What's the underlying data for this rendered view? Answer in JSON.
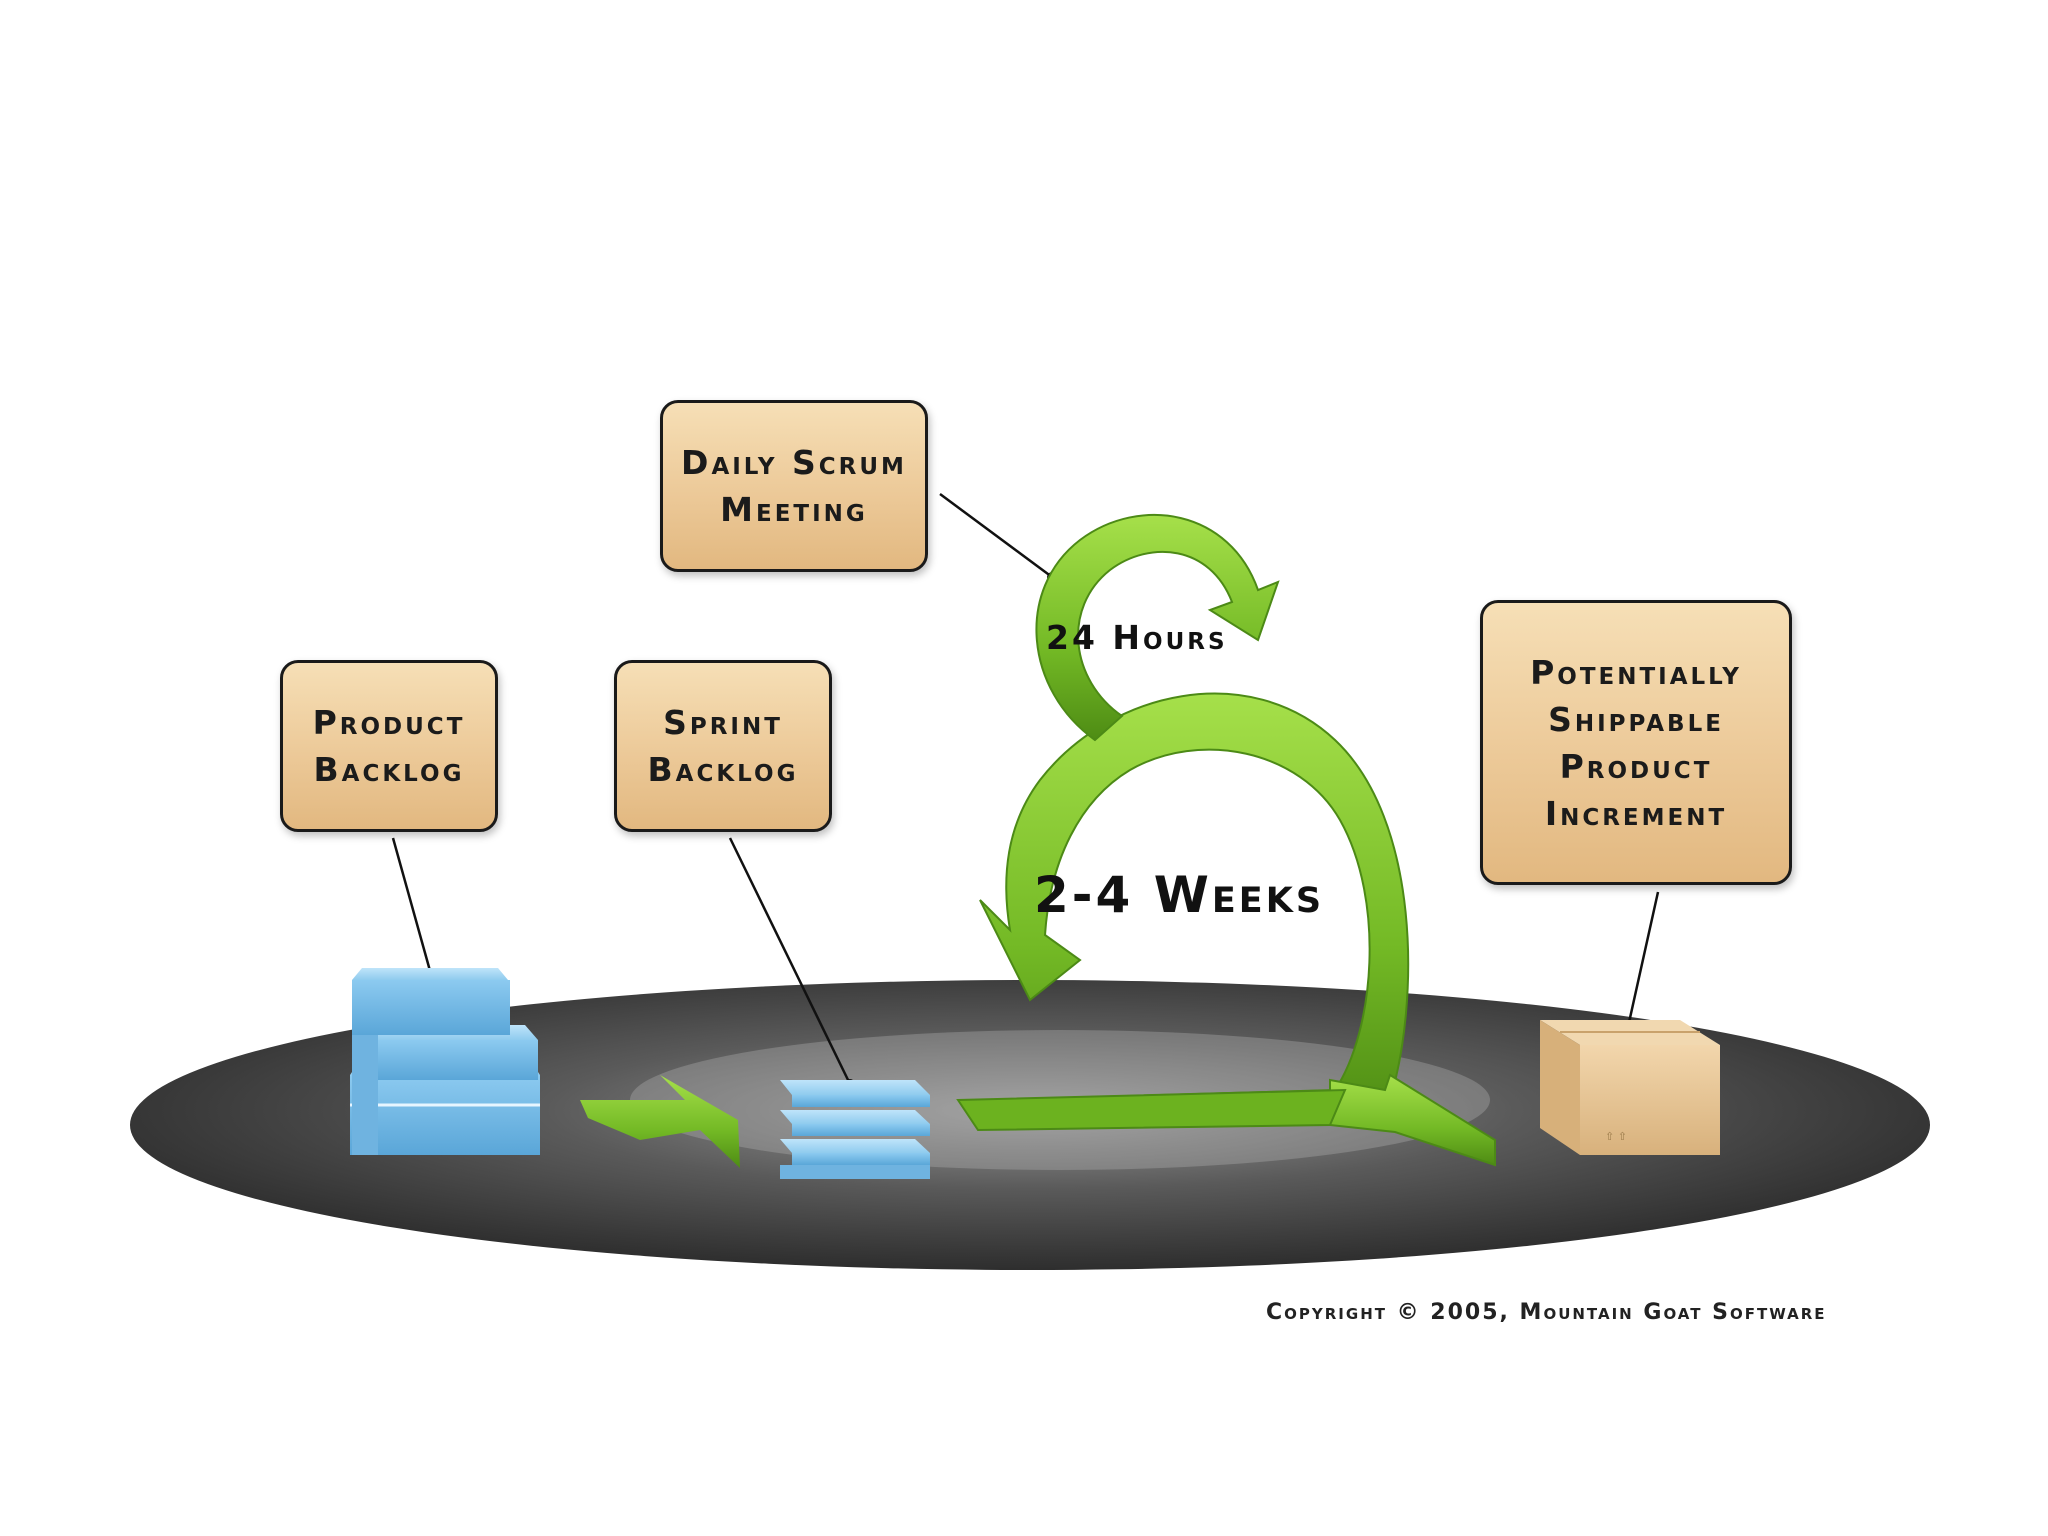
{
  "labels": {
    "daily_scrum": [
      "Daily Scrum",
      "Meeting"
    ],
    "product_backlog": [
      "Product",
      "Backlog"
    ],
    "sprint_backlog": [
      "Sprint",
      "Backlog"
    ],
    "increment": [
      "Potentially",
      "Shippable",
      "Product",
      "Increment"
    ]
  },
  "loops": {
    "daily": "24 Hours",
    "sprint": "2-4 Weeks"
  },
  "copyright": "Copyright © 2005, Mountain Goat Software",
  "colors": {
    "label_fill": "#ecc998",
    "arrow_green": "#7cc52a",
    "stage_dark": "#3a3a3a",
    "backlog_blue": "#7cc0ea",
    "box_tan": "#e6c496"
  }
}
